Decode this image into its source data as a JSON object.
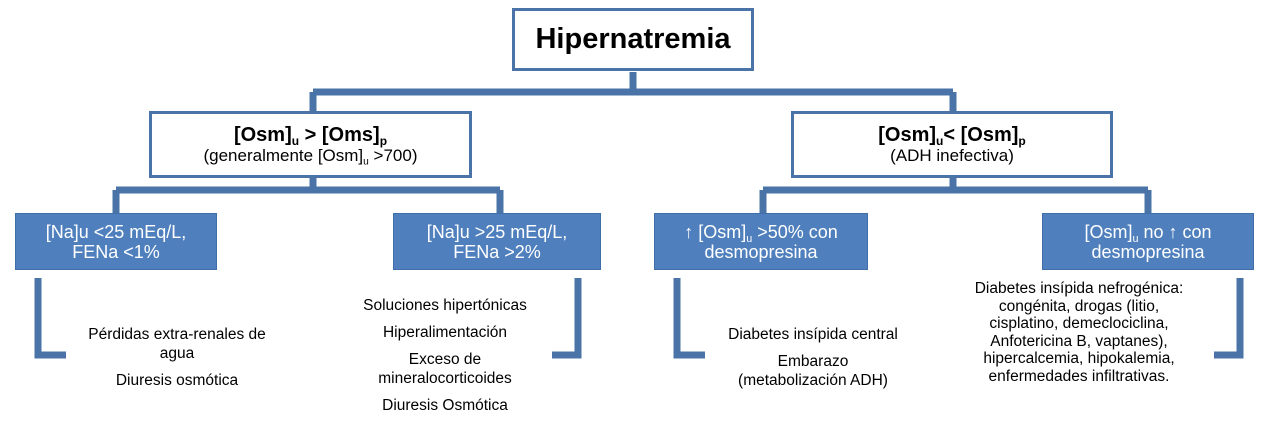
{
  "root": {
    "title": "Hipernatremia"
  },
  "left": {
    "main": {
      "a": "[Osm]",
      "a_sub": "u",
      "op": " > ",
      "b": "[Oms]",
      "b_sub": "p"
    },
    "note": {
      "pre": "(generalmente ",
      "var": "[Osm]",
      "var_sub": "u",
      "post": " >700)"
    }
  },
  "right": {
    "main": {
      "a": "[Osm]",
      "a_sub": "u",
      "op": "< ",
      "b": "[Osm]",
      "b_sub": "p"
    },
    "note": "(ADH inefectiva)"
  },
  "leaves": {
    "na_low": {
      "line1": "[Na]u <25 mEq/L,",
      "line2": "FENa <1%"
    },
    "na_high": {
      "line1": "[Na]u >25 mEq/L,",
      "line2": "FENa >2%"
    },
    "osm_up": {
      "pre": "↑ [Osm]",
      "sub": "u",
      "post": " >50% con",
      "line2": "desmopresina"
    },
    "osm_noup": {
      "pre": "[Osm]",
      "sub": "u",
      "post": " no ↑ con",
      "line2": "desmopresina"
    }
  },
  "lists": {
    "na_low": [
      "Pérdidas extra-renales de agua",
      "Diuresis osmótica"
    ],
    "na_high": [
      "Soluciones hipertónicas",
      "Hiperalimentación",
      "Exceso de mineralocorticoides",
      "Diuresis Osmótica"
    ],
    "osm_up": [
      "Diabetes insípida central",
      "Embarazo (metabolización ADH)"
    ],
    "osm_noup": "Diabetes insípida nefrogénica: congénita, drogas (litio, cisplatino, demeclociclina, Anfotericina B, vaptanes), hipercalcemia, hipokalemia, enfermedades infiltrativas."
  },
  "colors": {
    "connector": "#4a73a8",
    "box_fill": "#4f80bd",
    "box_border": "#4a73a8"
  }
}
